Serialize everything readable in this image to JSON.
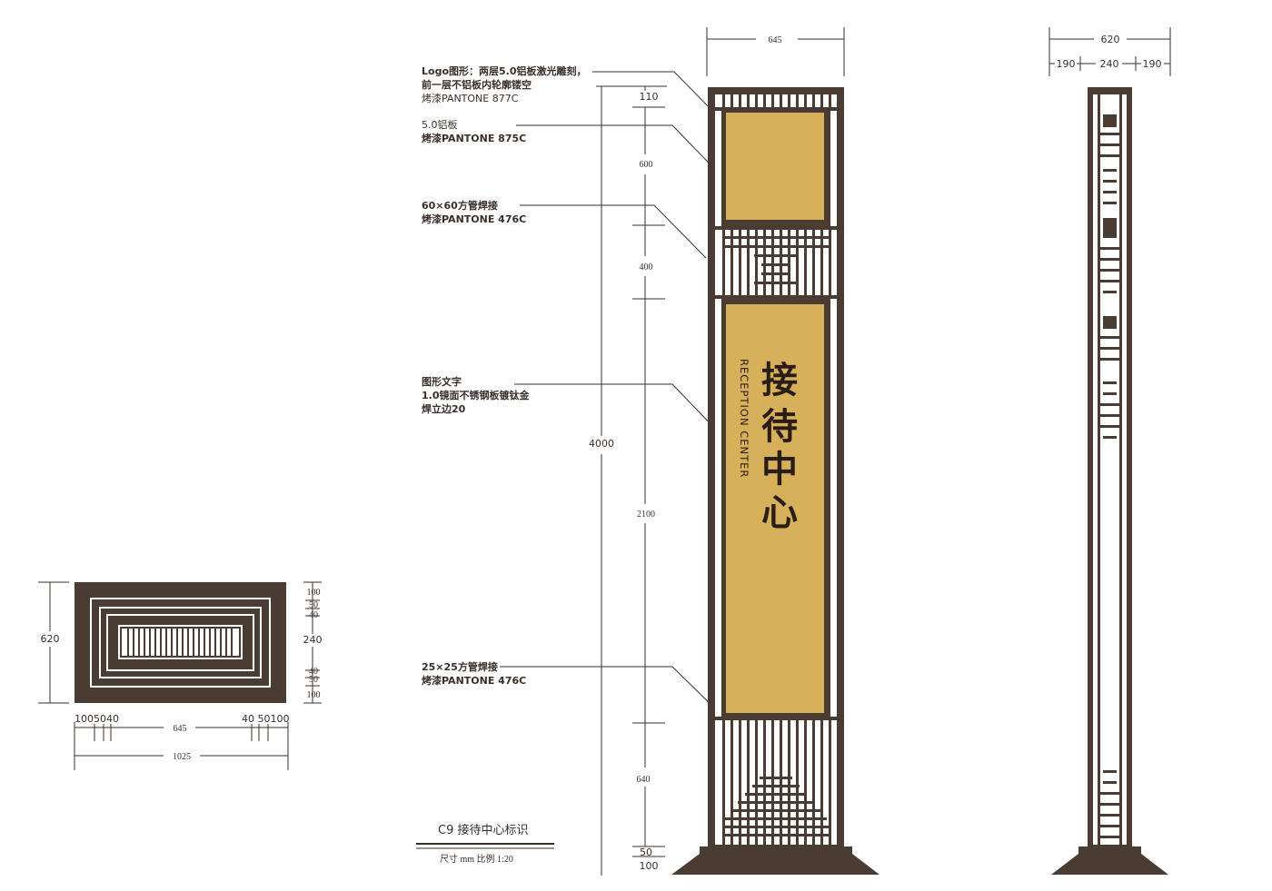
{
  "colors": {
    "frame": "#4a3b33",
    "gold": "#d6b15a",
    "line": "#3b2f2a",
    "background": "#ffffff"
  },
  "callouts": [
    {
      "line1": "Logo图形：两层5.0铝板激光雕刻，",
      "line2": "前一层不铝板内轮廓镂空",
      "line3": "烤漆PANTONE 877C"
    },
    {
      "line1": "5.0铝板",
      "line2": "烤漆PANTONE 875C"
    },
    {
      "line1": "60×60方管焊接",
      "line2": "烤漆PANTONE 476C"
    },
    {
      "line1": "图形文字",
      "line2": "1.0镜面不锈钢板镀钛金",
      "line3": "焊立边20"
    },
    {
      "line1": "25×25方管焊接",
      "line2": "烤漆PANTONE 476C"
    }
  ],
  "sign_text": {
    "chinese": [
      "接",
      "待",
      "中",
      "心"
    ],
    "english": "RECEPTION CENTER"
  },
  "front_dims": {
    "width_top": "645",
    "total_height": "4000",
    "segments": [
      "110",
      "600",
      "400",
      "2100",
      "640",
      "50",
      "100"
    ]
  },
  "side_dims": {
    "width_top": "620",
    "parts": [
      "190",
      "240",
      "190"
    ]
  },
  "plan_dims": {
    "height_left": "620",
    "right_stack": [
      "100",
      "50",
      "40",
      "240",
      "40",
      "50",
      "100"
    ],
    "bottom_left": "1005040",
    "bottom_mid": "645",
    "bottom_right": "40 50100",
    "bottom_total": "1025"
  },
  "title_block": {
    "title": "C9  接待中心标识",
    "subtitle": "尺寸 mm    比例 1:20"
  }
}
